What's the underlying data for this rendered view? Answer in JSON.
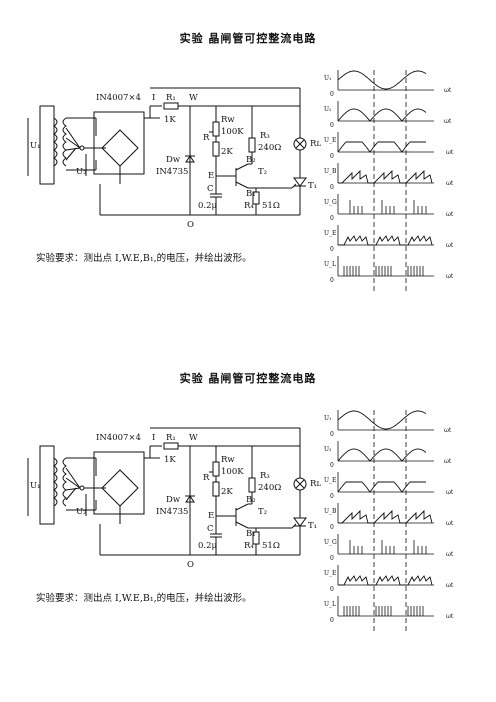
{
  "document": {
    "title": "实验   晶闸管可控整流电路",
    "requirement": "实验要求：测出点 I,W.E,B₁,的电压，并绘出波形。"
  },
  "circuit": {
    "u1": "U₁",
    "u2": "U₂",
    "diodes": "IN4007×4",
    "node_i": "I",
    "node_w": "W",
    "node_o": "O",
    "node_e": "E",
    "r1": "R₁",
    "r1_val": "1K",
    "rw": "Rᴡ",
    "rw_val": "100K",
    "r_label": "R",
    "r_val": "2K",
    "r3": "R₃",
    "r3_val": "240Ω",
    "dw": "Dᴡ",
    "dw_part": "IN4735",
    "c_label": "C",
    "c_val": "0.2μ",
    "b2": "B₂",
    "b1": "B₁",
    "t2": "T₂",
    "t1": "T₁",
    "r4": "R₄",
    "r4_val": "51Ω",
    "rl": "Rʟ"
  },
  "waveforms": {
    "axis_label": "ωt",
    "zero": "0",
    "rows": [
      "U₁",
      "U₂",
      "U_E",
      "U_B",
      "U_G",
      "U_E",
      "U_L"
    ]
  }
}
